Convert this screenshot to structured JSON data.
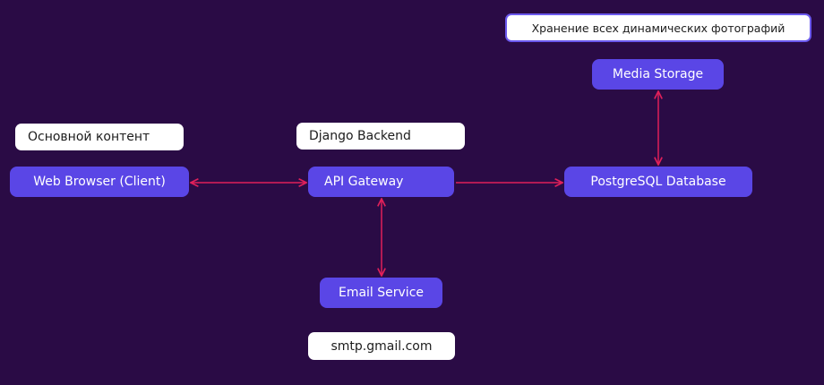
{
  "colors": {
    "background": "#2a0b45",
    "node_fill": "#5a46e6",
    "note_fill": "#ffffff",
    "edge": "#e0205a"
  },
  "nodes": {
    "web_browser": "Web Browser (Client)",
    "api_gateway": "API Gateway",
    "postgres": "PostgreSQL Database",
    "media_storage": "Media Storage",
    "email_service": "Email Service"
  },
  "notes": {
    "main_content": "Основной контент",
    "django_backend": "Django Backend",
    "media_note": "Хранение всех динамических фотографий",
    "smtp": "smtp.gmail.com"
  },
  "edges": [
    {
      "from": "web_browser",
      "to": "api_gateway",
      "direction": "both"
    },
    {
      "from": "api_gateway",
      "to": "postgres",
      "direction": "forward"
    },
    {
      "from": "postgres",
      "to": "media_storage",
      "direction": "both"
    },
    {
      "from": "api_gateway",
      "to": "email_service",
      "direction": "both"
    }
  ]
}
